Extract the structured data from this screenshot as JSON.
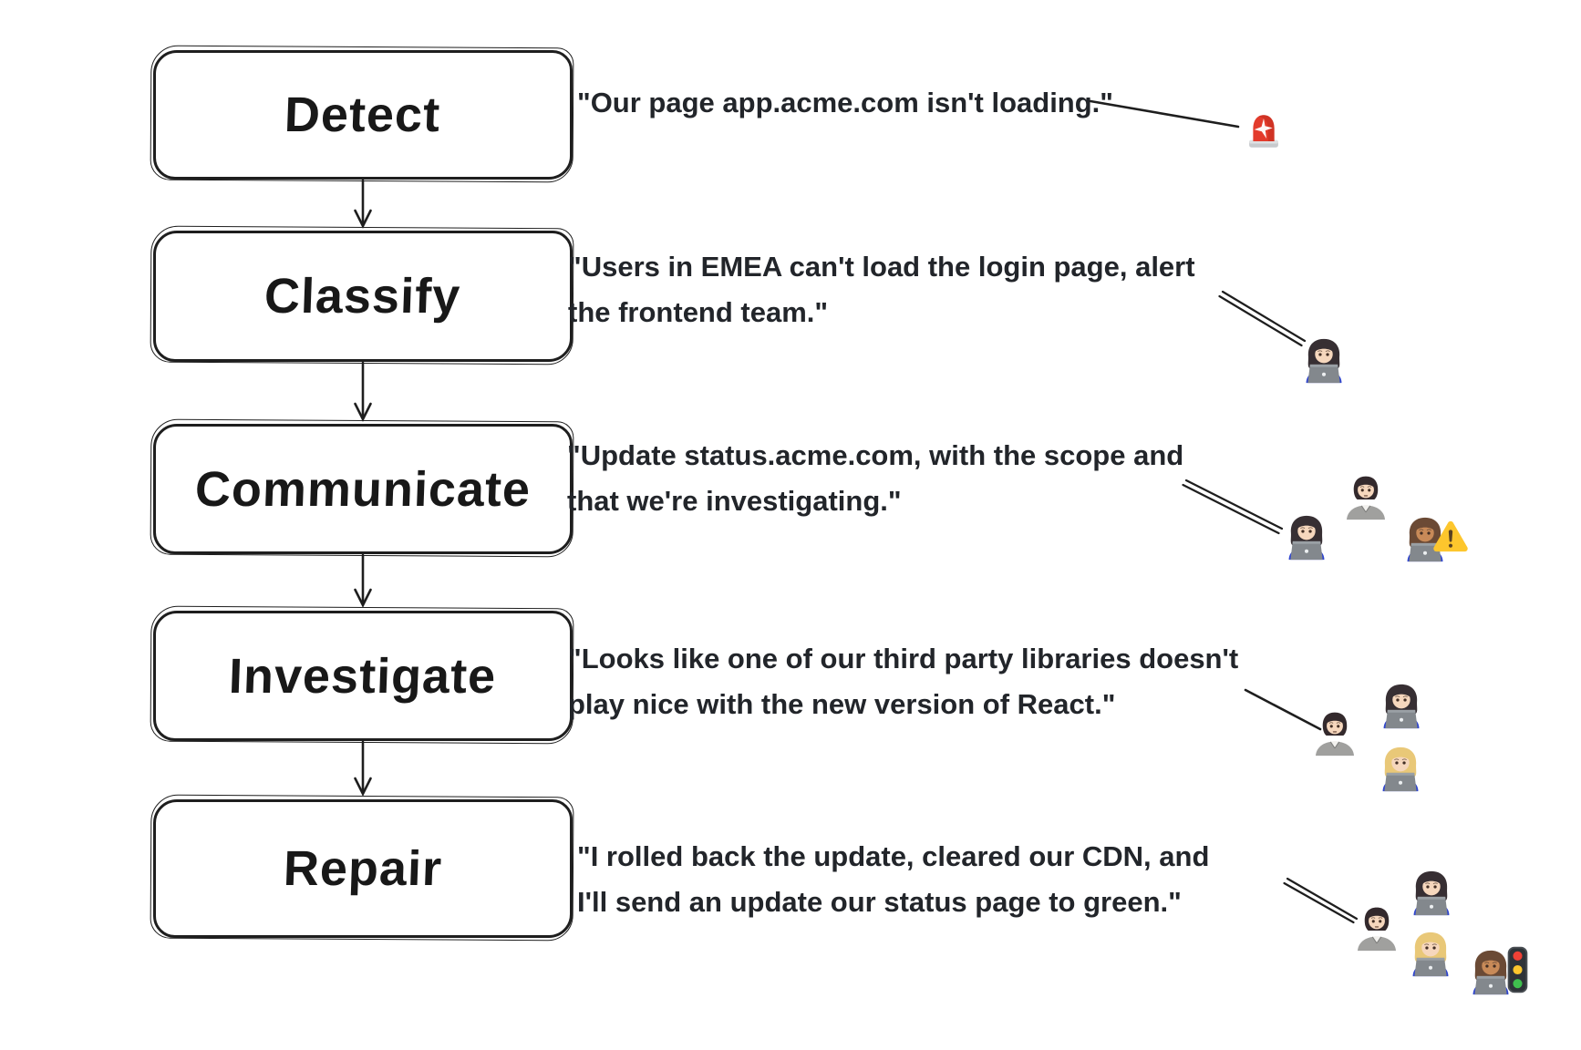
{
  "page": {
    "background_color": "#ffffff",
    "text_color": "#22252a",
    "line_color": "#1e1e1e"
  },
  "flow": {
    "steps": [
      {
        "label": "Detect",
        "quote_lines": [
          "\"Our page app.acme.com isn't loading.\""
        ],
        "emojis": [
          "police-car-light"
        ]
      },
      {
        "label": "Classify",
        "quote_lines": [
          "\"Users in EMEA can't load the login page, alert",
          "the frontend team.\""
        ],
        "emojis": [
          "woman-technologist-light-skin"
        ]
      },
      {
        "label": "Communicate",
        "quote_lines": [
          "\"Update status.acme.com, with the scope and",
          "that we're investigating.\""
        ],
        "emojis": [
          "woman-technologist-light-skin",
          "person-light-skin",
          "technologist-medium-skin",
          "warning-sign"
        ]
      },
      {
        "label": "Investigate",
        "quote_lines": [
          "\"Looks like one of our third party libraries doesn't",
          "play nice with the new version of React.\""
        ],
        "emojis": [
          "person-light-skin",
          "woman-technologist-light-skin",
          "woman-technologist-blonde"
        ]
      },
      {
        "label": "Repair",
        "quote_lines": [
          "\"I rolled back the update, cleared our CDN, and",
          "I'll send an update our status page to green.\""
        ],
        "emojis": [
          "person-light-skin",
          "woman-technologist-light-skin",
          "woman-technologist-blonde",
          "technologist-medium-skin",
          "traffic-light"
        ]
      }
    ]
  },
  "icon_colors": {
    "siren_red": "#e33b2c",
    "warning_yellow": "#fdc62d",
    "shirt_blue": "#2f45cf",
    "laptop_gray": "#83888d",
    "suit_gray": "#a0a09e",
    "skin_light": "#f6d7bd",
    "skin_medium": "#c88a58",
    "hair_dark": "#372f33",
    "hair_blonde": "#e9c878",
    "hair_brown": "#6b4a35",
    "traffic_red": "#ef4136",
    "traffic_green": "#3fbf4e"
  }
}
